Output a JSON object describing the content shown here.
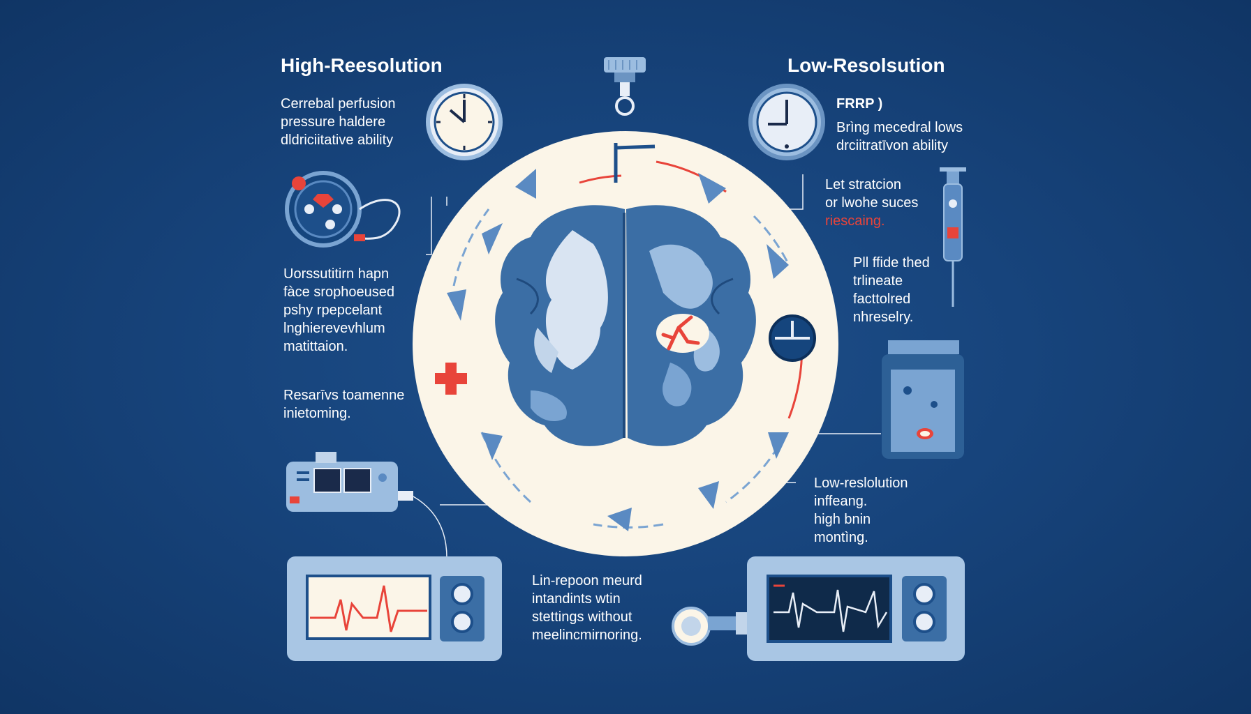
{
  "left": {
    "heading": "High-Reesolution",
    "block1": "Cerrebal perfusion\npressure haldere\ndldriciitative ability",
    "block2": "Uorssutitirn hapn\nfàce srophoeused\npshy rpepcelant\nlnghierevevhlum\nmatittaion.",
    "block3": "Resarīvs toamenne\ninietoming."
  },
  "right": {
    "heading": "Low-Resolsution",
    "block1_title": "FRRP )",
    "block1": "Brìng mecedral lows\ndrciitratīvon ability",
    "block2_line1": "Let stratcion\nor lwohe suces",
    "block2_red": "riescaing.",
    "block3": "Pll ffide thed\ntrlineate\nfacttolred\nnhreselry.",
    "block4": "Low-reslolution\ninffeang.\nhigh bnin\nmontìng."
  },
  "bottom": {
    "caption": "Lin-repoon meurd\nintandints wtin\nstettings without\nmeelincmirnoring."
  },
  "colors": {
    "background": "#17447c",
    "circle": "#fbf5e8",
    "accent_red": "#e8443a",
    "brain_blue": "#3b6ea5",
    "panel_blue": "#a9c6e4"
  },
  "icons": [
    "clock-icon",
    "pressure-gauge-icon",
    "cerebral-monitor-device-icon",
    "syringe-icon",
    "specimen-jar-icon",
    "medical-cross-icon",
    "ecg-monitor-icon",
    "stethoscope-icon"
  ]
}
